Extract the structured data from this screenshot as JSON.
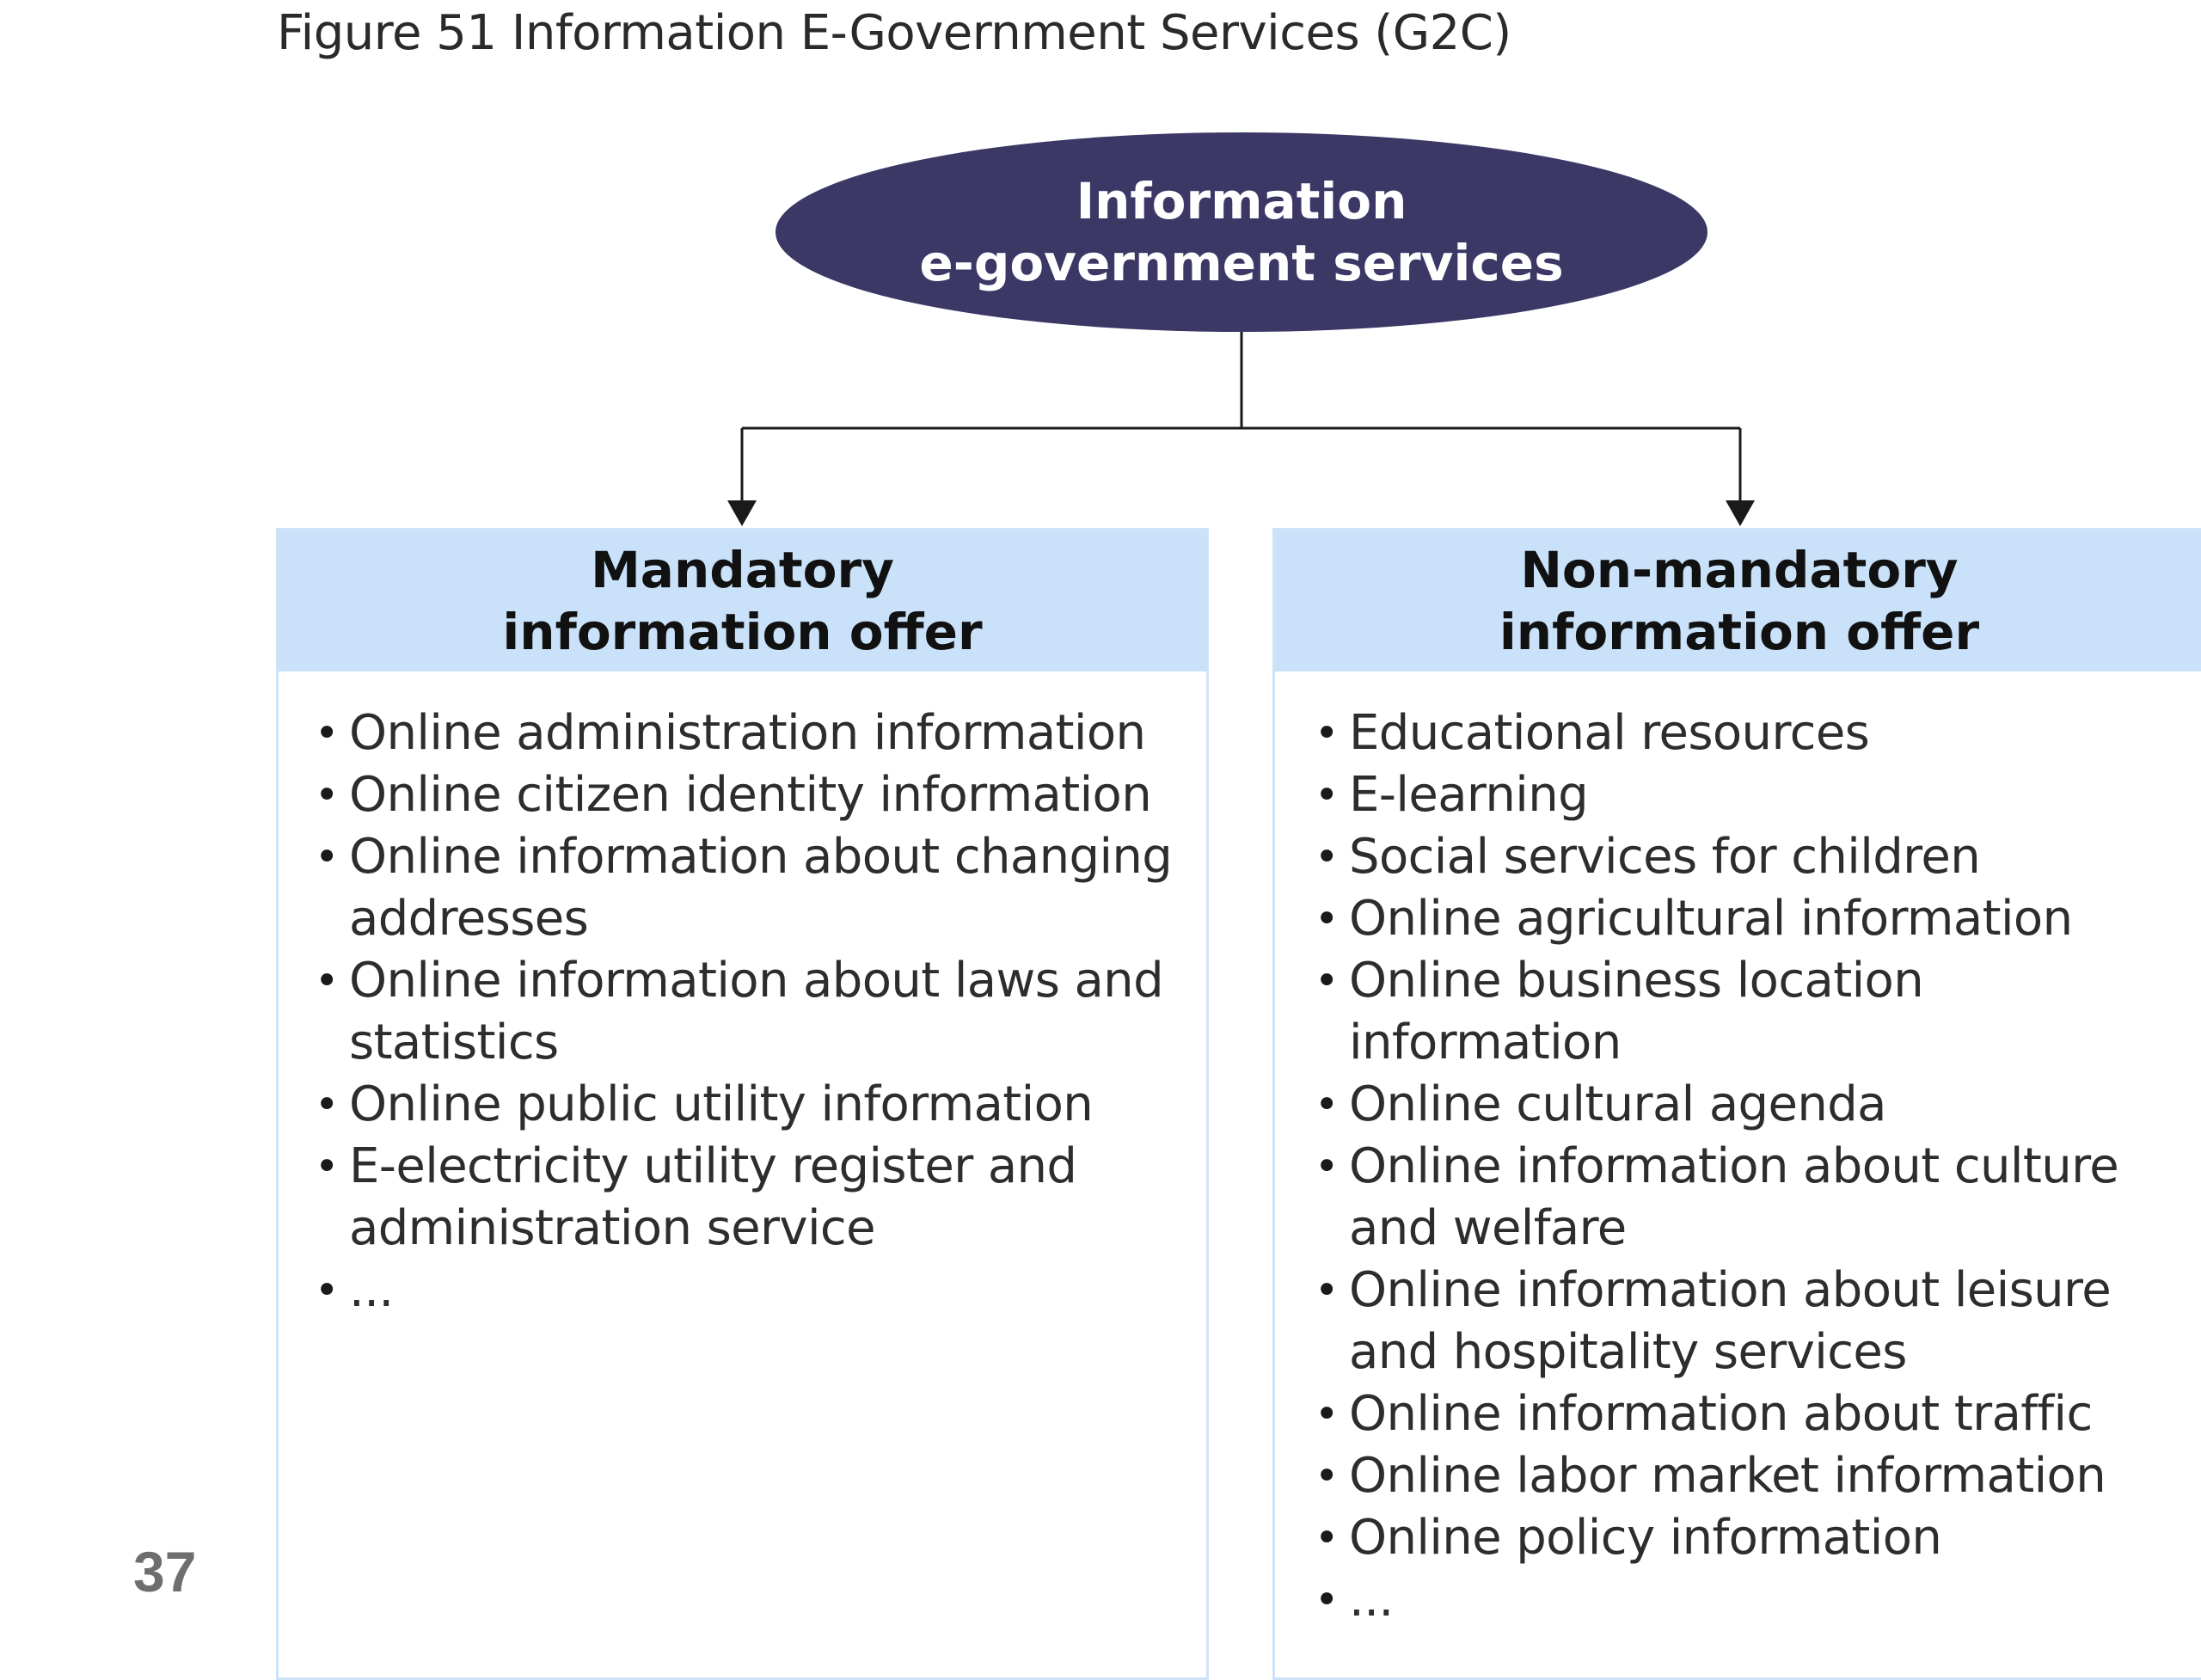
{
  "caption": "Figure 51 Information E-Government Services (G2C)",
  "root": {
    "line1": "Information",
    "line2": "e-government services"
  },
  "left": {
    "title_line1": "Mandatory",
    "title_line2": "information offer",
    "items": [
      "Online administration information",
      "Online citizen identity information",
      "Online information about changing addresses",
      "Online information about laws and statistics",
      "Online public utility information",
      "E-electricity utility register and administration service",
      "..."
    ]
  },
  "right": {
    "title_line1": "Non-mandatory",
    "title_line2": "information offer",
    "items": [
      "Educational resources",
      "E-learning",
      "Social services for children",
      "Online agricultural information",
      "Online business location information",
      "Online cultural agenda",
      "Online information about culture and welfare",
      "Online information about leisure and hospitality services",
      "Online information about traffic",
      "Online labor market information",
      "Online policy information",
      "..."
    ]
  },
  "page_number": "37",
  "colors": {
    "root_fill": "#3b3866",
    "header_fill": "#c9e1f9",
    "panel_border": "#cde3f7",
    "connector": "#1a1a1a"
  }
}
